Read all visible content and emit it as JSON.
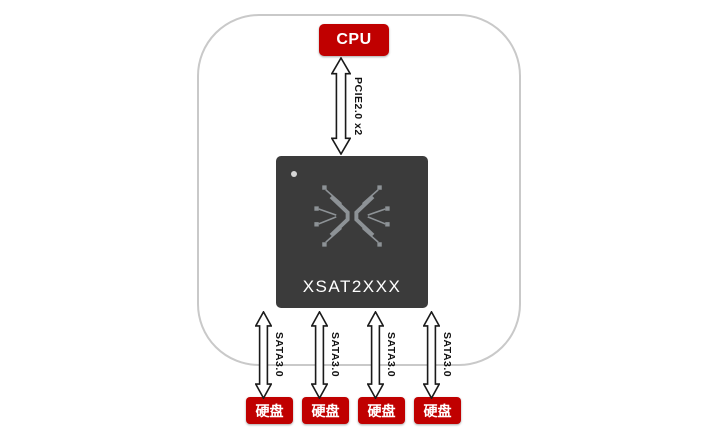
{
  "diagram": {
    "cpu": {
      "label": "CPU"
    },
    "pcie": {
      "label": "PCIE2.0 x2"
    },
    "chip": {
      "label": "XSAT2XXX"
    },
    "sata_ports": [
      {
        "bus_label": "SATA3.0",
        "device_label": "硬盘"
      },
      {
        "bus_label": "SATA3.0",
        "device_label": "硬盘"
      },
      {
        "bus_label": "SATA3.0",
        "device_label": "硬盘"
      },
      {
        "bus_label": "SATA3.0",
        "device_label": "硬盘"
      }
    ],
    "colors": {
      "accent_red": "#c00000",
      "chip_body": "#3b3b3b",
      "board_outline": "#c9c9c9",
      "trace_gray": "#8d9296"
    }
  }
}
